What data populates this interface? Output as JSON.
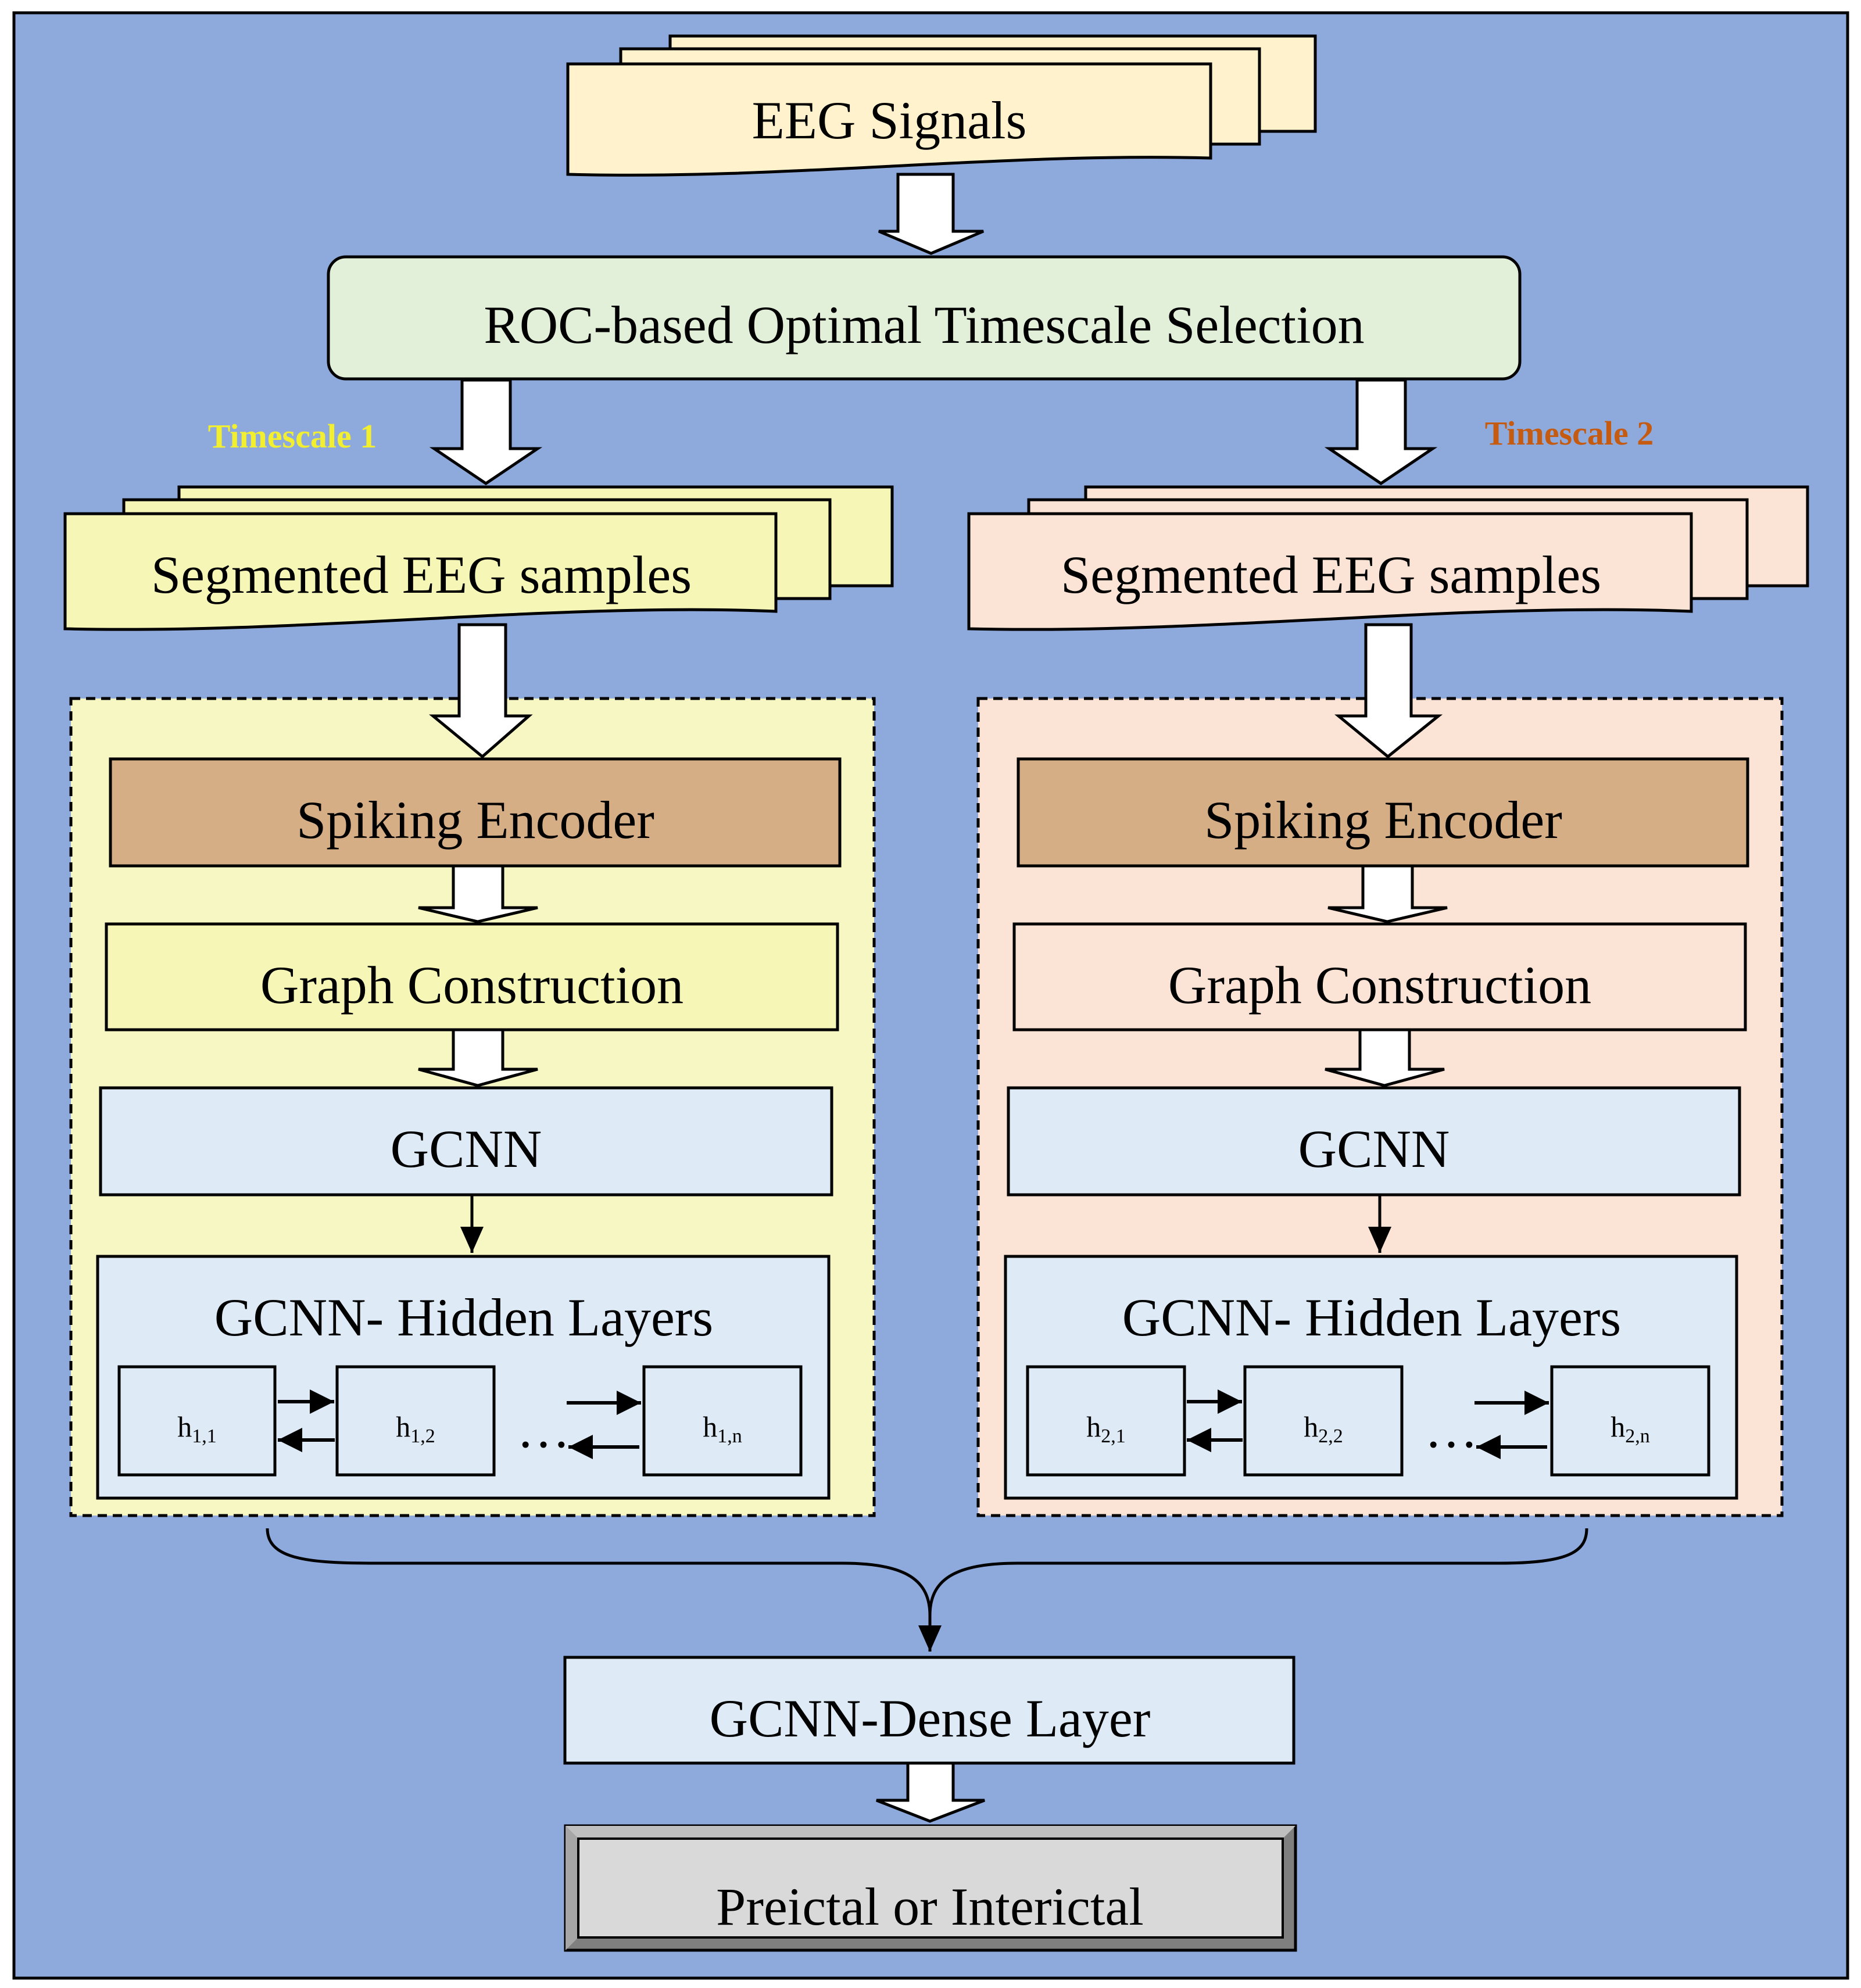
{
  "input": {
    "title": "EEG Signals"
  },
  "selection": {
    "title": "ROC-based Optimal Timescale Selection"
  },
  "branches": [
    {
      "label": "Timescale 1",
      "samples": "Segmented EEG samples",
      "encoder": "Spiking Encoder",
      "graph": "Graph Construction",
      "gcnn": "GCNN",
      "hidden_title": "GCNN- Hidden Layers",
      "nodes": [
        {
          "base": "h",
          "sub": "1,1"
        },
        {
          "base": "h",
          "sub": "1,2"
        },
        {
          "base": "h",
          "sub": "1,n"
        }
      ],
      "ellipsis": "…"
    },
    {
      "label": "Timescale 2",
      "samples": "Segmented EEG samples",
      "encoder": "Spiking Encoder",
      "graph": "Graph Construction",
      "gcnn": "GCNN",
      "hidden_title": "GCNN- Hidden Layers",
      "nodes": [
        {
          "base": "h",
          "sub": "2,1"
        },
        {
          "base": "h",
          "sub": "2,2"
        },
        {
          "base": "h",
          "sub": "2,n"
        }
      ],
      "ellipsis": "…"
    }
  ],
  "dense": {
    "title": "GCNN-Dense Layer"
  },
  "output": {
    "title": "Preictal or Interictal"
  },
  "colors": {
    "background": "#8eaadc",
    "input_fill": "#fff2cc",
    "selection_fill": "#e2efd9",
    "branch1_fill": "#f7f7c4",
    "branch1_doc_fill": "#f6f6b7",
    "branch1_label": "#f2ef30",
    "branch2_fill": "#fbe4d6",
    "branch2_label": "#c55a11",
    "encoder_fill": "#d6ae86",
    "gcnn_fill": "#deebf7",
    "output_fill": "#d9d9d9",
    "output_bevel": "#7f7f7f"
  }
}
